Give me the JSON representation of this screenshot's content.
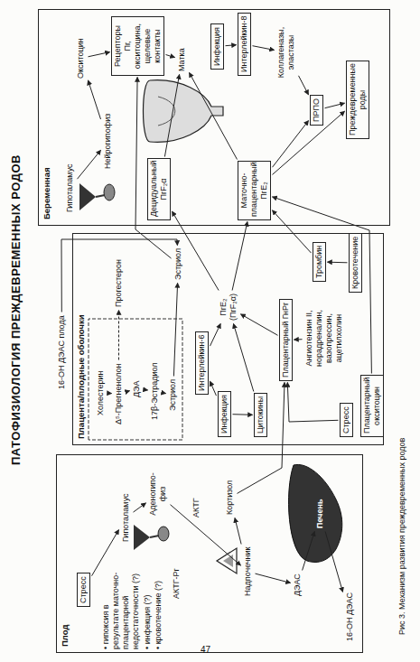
{
  "diagram": {
    "title": "ПАТОФИЗИОЛОГИЯ ПРЕЖДЕВРЕМЕННЫХ РОДОВ",
    "caption": "Рис 3. Механизм развития преждевременных родов",
    "nodes": [
      {
        "text": [
          "Плод"
        ]
      },
      {
        "text": [
          "Стресс"
        ],
        "in": 0
      },
      {
        "text": [
          "Гипоталамус"
        ],
        "in": 0
      },
      {
        "text": [
          "Аденогипо-физ"
        ],
        "in": 0
      },
      {
        "text": [
          "Надпочечник"
        ],
        "in": 0
      },
      {
        "text": [
          "Кортизол"
        ],
        "in": 0
      },
      {
        "text": [
          "ДЭАС"
        ],
        "in": 0
      },
      {
        "text": [
          "Печень"
        ],
        "in": 0
      },
      {
        "text": [
          "16-ОН ДЭАС"
        ],
        "in": 0
      },
      {
        "text": [
          "Плацента/плодные оболочки"
        ]
      },
      {
        "text": [
          "16-ОН ДЭАС плода"
        ]
      },
      {
        "text": [
          "Холестерин"
        ],
        "in": 9
      },
      {
        "text": [
          "Δ⁵-Прегненолон"
        ],
        "in": 9
      },
      {
        "text": [
          "ДЭА"
        ],
        "in": 9
      },
      {
        "text": [
          "17β-Эстрадиол"
        ],
        "in": 9
      },
      {
        "text": [
          "Эстриол"
        ],
        "in": 9
      },
      {
        "text": [
          "Прогестерон"
        ],
        "in": 9
      },
      {
        "text": [
          "Эстриол"
        ],
        "in": 9
      },
      {
        "text": [
          "Интерлейкин-6"
        ],
        "in": 9
      },
      {
        "text": [
          "Инфекция"
        ],
        "in": 9
      },
      {
        "text": [
          "Цитокины"
        ],
        "in": 9
      },
      {
        "text": [
          "ПгЕ₂",
          "(ПгF₂α)"
        ],
        "in": 9
      },
      {
        "text": [
          "Плацентарный ГнРг"
        ],
        "in": 9
      },
      {
        "text": [
          "Ангиотензин II, норадреналин, вазопрессин, ацетилхолин"
        ],
        "in": 9
      },
      {
        "text": [
          "Стресс"
        ],
        "in": 9
      },
      {
        "text": [
          "Плацентарный окситоцин"
        ],
        "in": 9
      },
      {
        "text": [
          "Тромбин"
        ],
        "in": 9
      },
      {
        "text": [
          "Кровотечение"
        ],
        "in": 9
      },
      {
        "text": [
          "Беременная"
        ]
      },
      {
        "text": [
          "Гипоталамус"
        ],
        "in": 28
      },
      {
        "text": [
          "Нейрогипофиз"
        ],
        "in": 28
      },
      {
        "text": [
          "Окситоцин"
        ],
        "in": 28
      },
      {
        "text": [
          "Рецепторы Пг, окситоцина, щелевые контакты"
        ],
        "in": 28
      },
      {
        "text": [
          "Матка"
        ],
        "in": 28
      },
      {
        "text": [
          "Децидуальный ПгF₂α"
        ],
        "in": 28
      },
      {
        "text": [
          "Маточно-плацентарный ПгЕ₂"
        ],
        "in": 28
      },
      {
        "text": [
          "ПРПО"
        ],
        "in": 28
      },
      {
        "text": [
          "Коллагеназы, эластазы"
        ],
        "in": 28
      },
      {
        "text": [
          "Интерлейкин-8"
        ],
        "in": 28
      },
      {
        "text": [
          "Инфекция"
        ],
        "in": 28
      },
      {
        "text": [
          "Преждевременные роды"
        ],
        "in": 28
      }
    ],
    "edges": [
      {
        "from": 1,
        "to": 2,
        "arrow": "to"
      },
      {
        "from": 2,
        "to": 3,
        "arrow": "to"
      },
      {
        "from": 3,
        "to": 4,
        "arrow": "to"
      },
      {
        "from": 4,
        "to": 5,
        "arrow": "to"
      },
      {
        "from": 4,
        "to": 6,
        "arrow": "to"
      },
      {
        "from": 6,
        "to": 7,
        "arrow": "to"
      },
      {
        "from": 7,
        "to": 8,
        "arrow": "to"
      },
      {
        "from": 5,
        "to": 22,
        "arrow": "to"
      },
      {
        "from": 10,
        "to": 17,
        "arrow": "to"
      },
      {
        "from": 11,
        "to": 12,
        "arrow": "to"
      },
      {
        "from": 12,
        "to": 13,
        "arrow": "to"
      },
      {
        "from": 13,
        "to": 14,
        "arrow": "to"
      },
      {
        "from": 14,
        "to": 15,
        "arrow": "to"
      },
      {
        "from": 12,
        "to": 16,
        "arrow": "to"
      },
      {
        "from": 15,
        "to": 17,
        "arrow": "to"
      },
      {
        "from": 17,
        "to": 32,
        "arrow": "to"
      },
      {
        "from": 19,
        "to": 18,
        "arrow": "to"
      },
      {
        "from": 19,
        "to": 20,
        "arrow": "to"
      },
      {
        "from": 18,
        "to": 21,
        "arrow": "to"
      },
      {
        "from": 20,
        "to": 21,
        "arrow": "to"
      },
      {
        "from": 22,
        "to": 21,
        "arrow": "to"
      },
      {
        "from": 23,
        "to": 22,
        "arrow": "to"
      },
      {
        "from": 24,
        "to": 22,
        "arrow": "to"
      },
      {
        "from": 25,
        "to": 35,
        "arrow": "to"
      },
      {
        "from": 27,
        "to": 26,
        "arrow": "to"
      },
      {
        "from": 26,
        "to": 35,
        "arrow": "to"
      },
      {
        "from": 21,
        "to": 34,
        "arrow": "to"
      },
      {
        "from": 21,
        "to": 35,
        "arrow": "to"
      },
      {
        "from": 29,
        "to": 30,
        "arrow": "to"
      },
      {
        "from": 30,
        "to": 31,
        "arrow": "to"
      },
      {
        "from": 31,
        "to": 32,
        "arrow": "to"
      },
      {
        "from": 32,
        "to": 33,
        "arrow": "to"
      },
      {
        "from": 34,
        "to": 33,
        "arrow": "to"
      },
      {
        "from": 35,
        "to": 33,
        "arrow": "to"
      },
      {
        "from": 35,
        "to": 36,
        "arrow": "to"
      },
      {
        "from": 37,
        "to": 36,
        "arrow": "to"
      },
      {
        "from": 38,
        "to": 37,
        "arrow": "to"
      },
      {
        "from": 39,
        "to": 38,
        "arrow": "to"
      },
      {
        "from": 36,
        "to": 40,
        "arrow": "to"
      },
      {
        "from": 35,
        "to": 40,
        "arrow": "to"
      }
    ],
    "labels": [
      "• гипоксия в результате маточно-плацентарной недостаточности (?)",
      "• инфекция (?)",
      "• кровотечение (?)",
      "АКТГ-Рг",
      "АКТГ",
      "47"
    ]
  }
}
